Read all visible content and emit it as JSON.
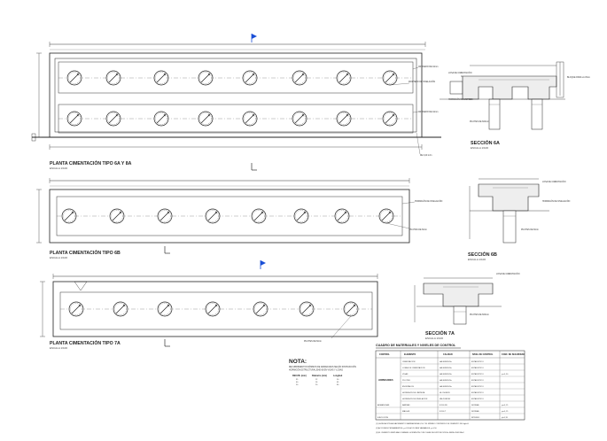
{
  "drawing": {
    "plans": [
      {
        "id": "6a",
        "title": "PLANTA CIMENTACIÓN TIPO 6A Y 8A",
        "scale": "ESCALA 1/100",
        "notes": [
          "CRUCERO DE 10mm",
          "CRUCERO DE 10mm",
          "MORTERO DE NIVELACIÓN",
          "DE 0,20 m/m"
        ]
      },
      {
        "id": "6b",
        "title": "PLANTA CIMENTACIÓN TIPO 6B",
        "scale": "ESCALA 1/100",
        "notes": [
          "HORMIGÓN DE NIVELACIÓN",
          "PILOTES DE 60cm"
        ]
      },
      {
        "id": "7a",
        "title": "PLANTA CIMENTACIÓN TIPO 7A",
        "scale": "ESCALA 1/100",
        "notes": [
          "PILOTES DE 60cm"
        ]
      }
    ],
    "sections": [
      {
        "id": "s6a",
        "title": "SECCIÓN 6A",
        "scale": "ESCALA 1/100",
        "notes": [
          "LOSA DE CIMENTACIÓN",
          "HORMIGÓN DE LIMPIEZA",
          "PILOTES DE 600mm",
          "BLOQUE PARA LA VIGA"
        ]
      },
      {
        "id": "s6b",
        "title": "SECCIÓN 6B",
        "scale": "ESCALA 1/100",
        "notes": [
          "LOSA DE CIMENTACIÓN",
          "HORMIGÓN DE NIVELACIÓN",
          "PILOTES DE 60cm"
        ]
      },
      {
        "id": "s7a",
        "title": "SECCIÓN 7A",
        "scale": "ESCALA 1/100",
        "notes": [
          "LOSA DE CIMENTACIÓN",
          "PILOTES DE 600mm"
        ]
      }
    ],
    "nota": {
      "title": "NOTA:",
      "lines": [
        "RECUBRIMIENTOS MÍNIMOS DE ARMADURAS SEGÚN INSTRUCCIÓN",
        "HORMIGÓN ESTRUCTURAL EHE-08 EN VIGAS Y LOSAS"
      ],
      "cols": [
        {
          "head": "RECUB. (mm)",
          "vals": [
            "35",
            "40",
            "50"
          ]
        },
        {
          "head": "Diámetro (mm)",
          "vals": [
            "12",
            "16",
            "20"
          ]
        },
        {
          "head": "Longitud",
          "vals": [
            "50",
            "65",
            "80"
          ]
        }
      ]
    },
    "table": {
      "title": "CUADRO DE MATERIALES Y NIVELES DE CONTROL",
      "headers": [
        "CONTROL",
        "ELEMENTO",
        "CALIDAD",
        "NIVEL DE CONTROL",
        "COEF. DE SEGURIDAD"
      ],
      "group_label": "HORMIGONES",
      "rows": [
        [
          "",
          "CIMENTACIÓN",
          "HA-30/B/20/IIa",
          "ESTADÍSTICO",
          ""
        ],
        [
          "",
          "LOSAS DE CIMENTACIÓN",
          "HA-30/B/20/IIa",
          "ESTADÍSTICO",
          ""
        ],
        [
          "",
          "VIGAS",
          "HA-30/B/20/IIa",
          "ESTADÍSTICO",
          "γc=1,50"
        ],
        [
          "",
          "PILOTES",
          "HA-30/B/20/IIa",
          "ESTADÍSTICO",
          ""
        ],
        [
          "",
          "ENCEPADOS",
          "HA-30/B/20/IIa",
          "ESTADÍSTICO",
          ""
        ],
        [
          "",
          "HORMIGÓN DE LIMPIEZA",
          "HL-150/B/20",
          "ESTADÍSTICO",
          ""
        ],
        [
          "",
          "HORMIGÓN DE NIVELACIÓN",
          "HM-20/B/20/I",
          "ESTADÍSTICO",
          ""
        ],
        [
          "ARMADURAS",
          "BARRAS",
          "B 500 SD",
          "NORMAL",
          "γs=1,15"
        ],
        [
          "",
          "MALLAS",
          "B 500 T",
          "NORMAL",
          "γs=1,15"
        ],
        [
          "EJECUCIÓN",
          "",
          "",
          "INTENSO",
          "γf=1,35"
        ]
      ],
      "footnotes": [
        "(1) LA RELACIÓN AGUA/CEMENTO MÁXIMA SERÁ 0,50 Y EL MÍNIMO CONTENIDO DE CEMENTO 300 kg/m3.",
        "(2) ACCIONES PERMANENTES: γ=1,35 ACCIONES VARIABLES: γ=1,50",
        "(3) EL CEMENTO EMPLEADO PARA EL HORMIGÓN CON CLASE DE EXPOSICIÓN IIa SERÁ CEM II/A-V."
      ]
    }
  }
}
